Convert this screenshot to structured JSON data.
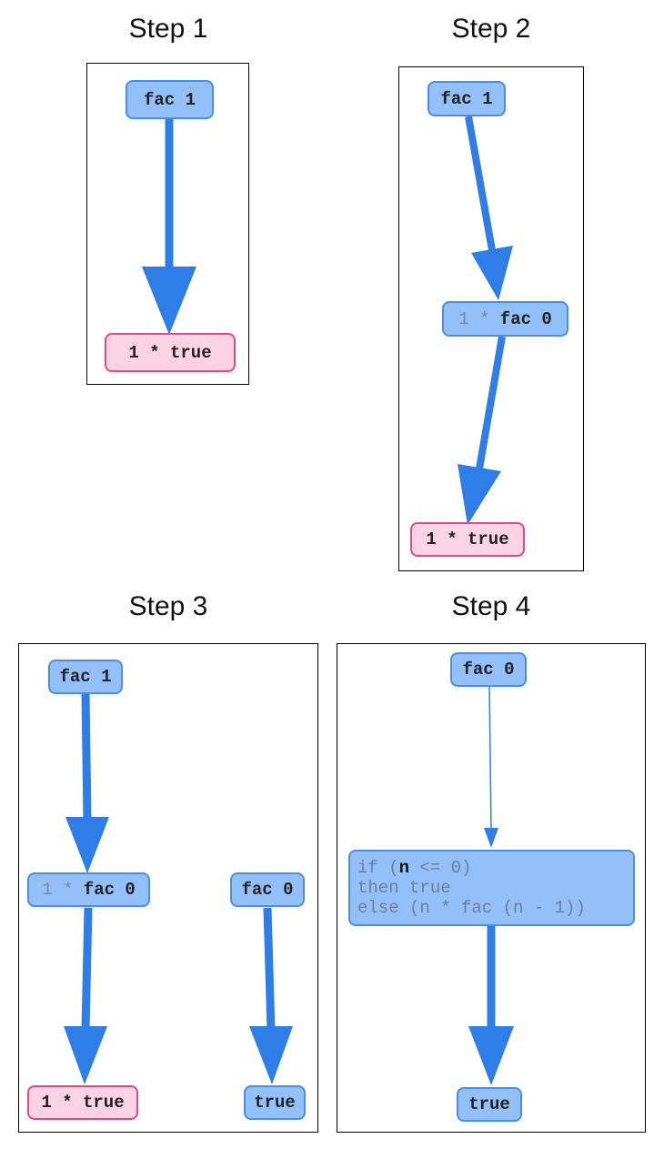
{
  "steps": [
    {
      "title": "Step 1"
    },
    {
      "title": "Step 2"
    },
    {
      "title": "Step 3"
    },
    {
      "title": "Step 4"
    }
  ],
  "nodes": {
    "s1_fac1": "fac 1",
    "s1_true": "1 * true",
    "s2_fac1": "fac 1",
    "s2_mul_prefix": "1 * ",
    "s2_mul_fac0": "fac 0",
    "s2_true": "1 * true",
    "s3_fac1": "fac 1",
    "s3_mul_prefix": "1 * ",
    "s3_mul_fac0": "fac 0",
    "s3_true": "1 * true",
    "s3_fac0": "fac 0",
    "s3_true2": "true",
    "s4_fac0": "fac 0",
    "s4_if_pre": "if (",
    "s4_if_n": "n",
    "s4_if_post": " <= 0)",
    "s4_then": "then true",
    "s4_else": "else (n * fac (n - 1))",
    "s4_true": "true"
  },
  "colors": {
    "node_blue": "#93c0f8",
    "node_pink": "#fbd3e4",
    "arrow": "#2f7de6"
  }
}
